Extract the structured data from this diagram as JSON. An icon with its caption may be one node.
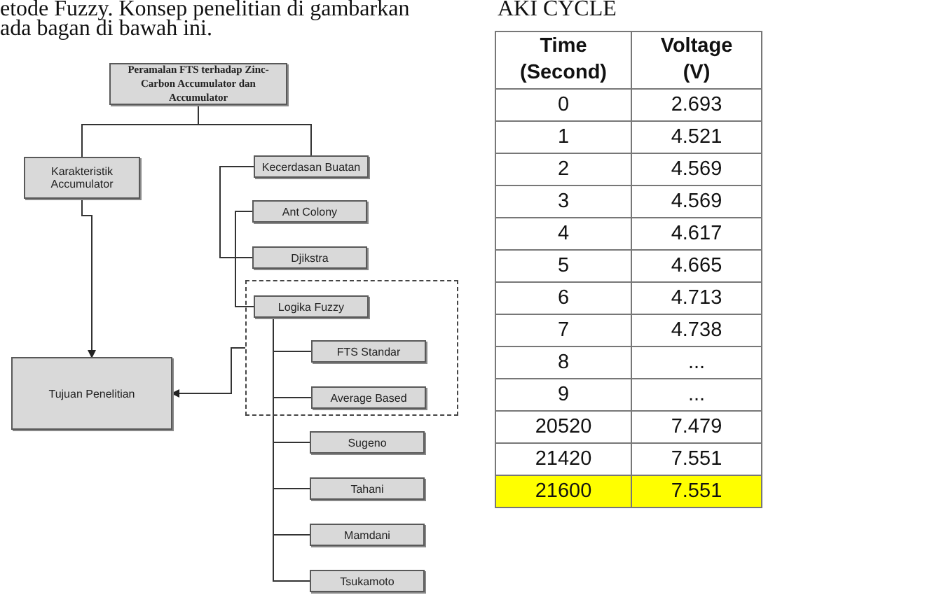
{
  "diagram": {
    "nodes": [
      {
        "text": [
          "Peramalan FTS terhadap Zinc-Carbon Accumulator dan Accumulator"
        ]
      },
      {
        "text": [
          "Karakteristik Accumulator"
        ]
      },
      {
        "text": [
          "Kecerdasan Buatan"
        ]
      },
      {
        "text": [
          "Ant Colony"
        ]
      },
      {
        "text": [
          "Djikstra"
        ]
      },
      {
        "text": [],
        "shape": "box"
      },
      {
        "text": [
          "Logika Fuzzy"
        ],
        "in": 5
      },
      {
        "text": [
          "FTS Standar"
        ],
        "in": 5
      },
      {
        "text": [
          "Average Based"
        ],
        "in": 5
      },
      {
        "text": [
          "Sugeno"
        ]
      },
      {
        "text": [
          "Tahani"
        ]
      },
      {
        "text": [
          "Mamdani"
        ]
      },
      {
        "text": [
          "Tsukamoto"
        ]
      },
      {
        "text": [
          "Tujuan Penelitian"
        ]
      }
    ],
    "edges": [
      {
        "from": 0,
        "to": 1,
        "arrow": "none"
      },
      {
        "from": 0,
        "to": 2,
        "arrow": "none"
      },
      {
        "from": 2,
        "to": 4,
        "arrow": "none"
      },
      {
        "from": 3,
        "to": 6,
        "arrow": "none"
      },
      {
        "from": 6,
        "to": 7,
        "arrow": "none"
      },
      {
        "from": 6,
        "to": 8,
        "arrow": "none"
      },
      {
        "from": 6,
        "to": 9,
        "arrow": "none"
      },
      {
        "from": 6,
        "to": 10,
        "arrow": "none"
      },
      {
        "from": 6,
        "to": 11,
        "arrow": "none"
      },
      {
        "from": 6,
        "to": 12,
        "arrow": "none"
      },
      {
        "from": 1,
        "to": 13,
        "arrow": "to"
      },
      {
        "from": 5,
        "to": 13,
        "arrow": "to"
      }
    ],
    "labels": [
      "etode Fuzzy. Konsep penelitian di gambarkan",
      "ada bagan di bawah ini.",
      "AKI CYCLE",
      "Time (Second)",
      "Voltage (V)",
      "0",
      "2.693",
      "1",
      "4.521",
      "2",
      "4.569",
      "3",
      "4.569",
      "4",
      "4.617",
      "5",
      "4.665",
      "6",
      "4.713",
      "7",
      "4.738",
      "8",
      "...",
      "9",
      "...",
      "20520",
      "7.479",
      "21420",
      "7.551",
      "21600",
      "7.551"
    ]
  }
}
